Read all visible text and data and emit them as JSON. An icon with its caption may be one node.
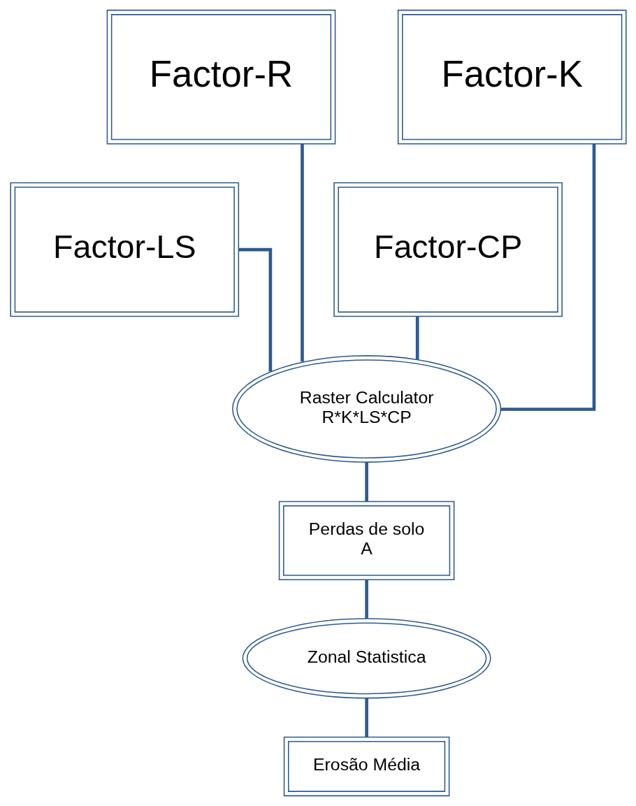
{
  "diagram": {
    "nodes": [
      {
        "text": [
          "Factor-R"
        ]
      },
      {
        "text": [
          "Factor-K"
        ]
      },
      {
        "text": [
          "Factor-LS"
        ]
      },
      {
        "text": [
          "Factor-CP"
        ]
      },
      {
        "text": [
          "Raster Calculator",
          "R*K*LS*CP"
        ]
      },
      {
        "text": [
          "Perdas de solo",
          "A"
        ]
      },
      {
        "text": [
          "Zonal Statistica"
        ]
      },
      {
        "text": [
          "Erosão Média"
        ]
      }
    ],
    "edges": [
      {
        "from": 0,
        "to": 4,
        "arrow": "none"
      },
      {
        "from": 2,
        "to": 4,
        "arrow": "none"
      },
      {
        "from": 3,
        "to": 4,
        "arrow": "none"
      },
      {
        "from": 1,
        "to": 4,
        "arrow": "none"
      },
      {
        "from": 4,
        "to": 5,
        "arrow": "none"
      },
      {
        "from": 5,
        "to": 6,
        "arrow": "none"
      },
      {
        "from": 6,
        "to": 7,
        "arrow": "none"
      }
    ]
  }
}
